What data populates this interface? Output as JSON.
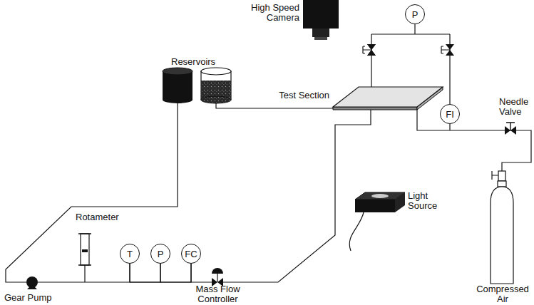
{
  "diagram": {
    "nodes": [
      {
        "text": [
          "P"
        ]
      },
      {
        "text": [
          "FI"
        ]
      },
      {
        "text": [
          "T"
        ]
      },
      {
        "text": [
          "P"
        ]
      },
      {
        "text": [
          "FC"
        ]
      }
    ],
    "edges": [
      {
        "from": 2,
        "to": 3,
        "arrow": "none"
      },
      {
        "from": 3,
        "to": 4,
        "arrow": "none"
      }
    ],
    "labels": [
      "High Speed Camera",
      "Test Section",
      "Needle Valve",
      "Reservoirs",
      "Light Source",
      "Rotameter",
      "Mass Flow Controller",
      "Compressed Air",
      "Gear Pump"
    ]
  }
}
